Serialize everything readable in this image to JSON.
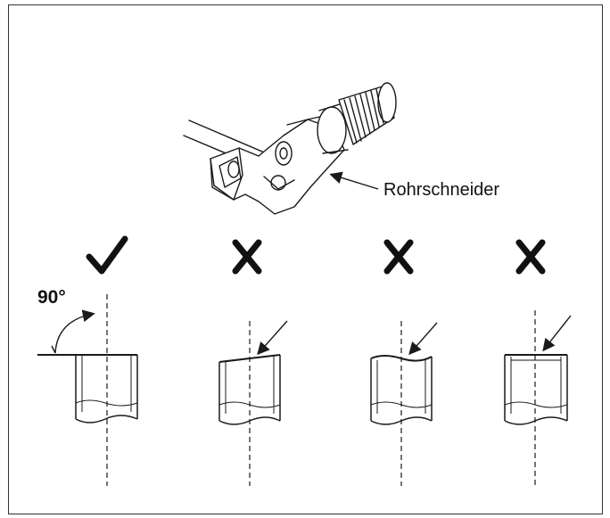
{
  "diagram": {
    "cutter_label": "Rohrschneider",
    "angle_label": "90°",
    "verdicts": [
      {
        "symbol": "✔",
        "meaning": "correct"
      },
      {
        "symbol": "✘",
        "meaning": "wrong"
      },
      {
        "symbol": "✘",
        "meaning": "wrong"
      },
      {
        "symbol": "✘",
        "meaning": "wrong"
      }
    ]
  },
  "colors": {
    "ink": "#1a1a1a",
    "frame": "#333333"
  }
}
